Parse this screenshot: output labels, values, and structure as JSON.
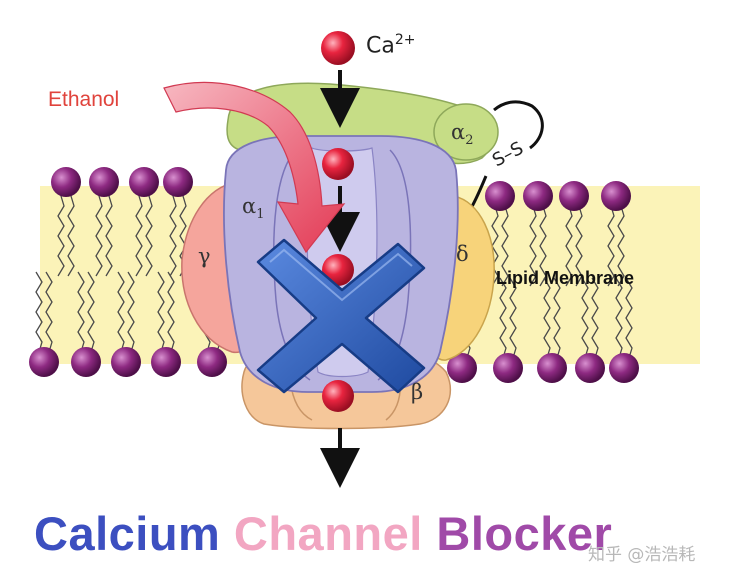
{
  "labels": {
    "ion": "Ca",
    "ion_charge": "2+",
    "ethanol": "Ethanol",
    "alpha": "α",
    "alpha1_sub": "1",
    "alpha2_sub": "2",
    "gamma": "γ",
    "delta": "δ",
    "beta": "β",
    "disulfide": "S–S",
    "membrane": "Lipid Membrane"
  },
  "title": {
    "word1": "Calcium",
    "word2": "Channel",
    "word3": "Blocker"
  },
  "watermark": "知乎 @浩浩耗",
  "colors": {
    "ion": "#e01f3d",
    "lipid_head": "#8e2a82",
    "membrane": "#fbf3b8",
    "alpha1": "#b9b4e0",
    "alpha2": "#c6dd86",
    "gamma": "#f5a59c",
    "delta": "#f7d37a",
    "beta": "#f5c79a",
    "block_cross": "#2f5fb8",
    "ethanol_arrow": "#ea4a63",
    "title_word1": "#3c4fc0",
    "title_word2": "#f2a6c2",
    "title_word3": "#a04aa8"
  }
}
